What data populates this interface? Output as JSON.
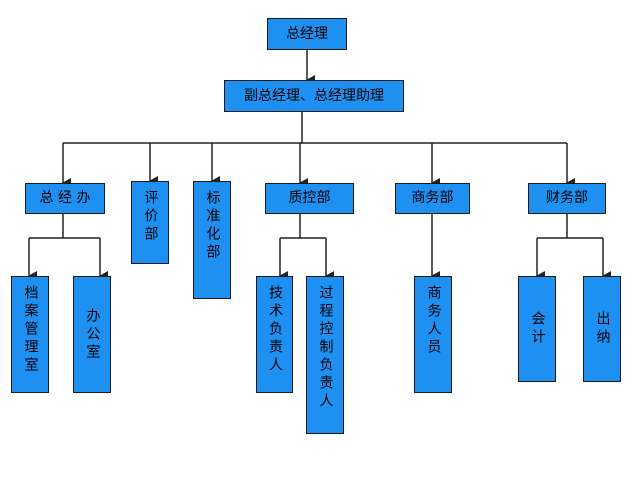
{
  "chart_colors": {
    "box_fill": "#1e90f2",
    "border": "#1a1a1a",
    "line": "#222222"
  },
  "nodes": {
    "gm": "总经理",
    "deputy": "副总经理、总经理助理",
    "office": "总 经 办",
    "evaluation": "评价部",
    "standardization": "标准化部",
    "quality": "质控部",
    "business": "商务部",
    "finance": "财务部",
    "archives": "档案管理室",
    "office_room": "办公室",
    "tech": "技术负责人",
    "process": "过程控制负责人",
    "business_staff": "商务人员",
    "accounting": "会计",
    "cashier": "出纳"
  }
}
